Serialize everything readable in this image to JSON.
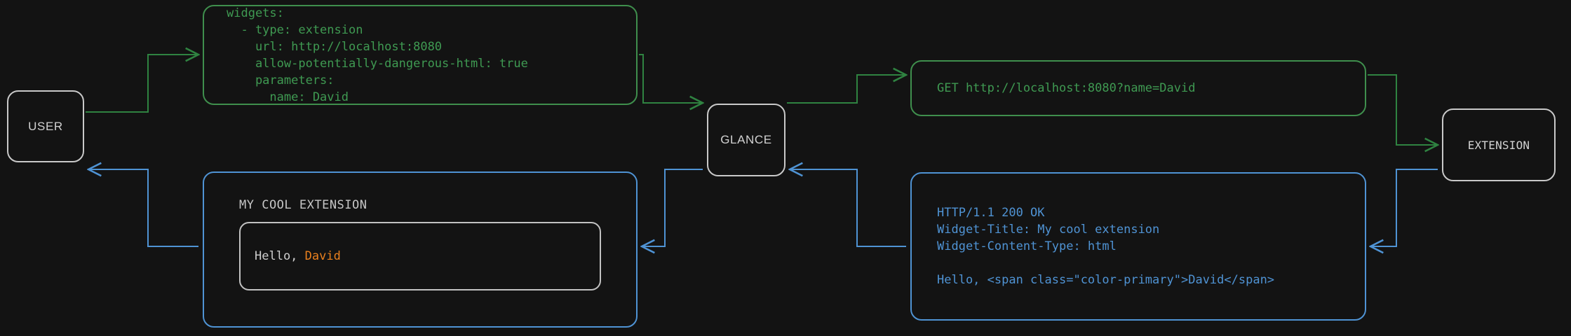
{
  "theme": {
    "background": "#131313",
    "node_border": "#c9c9c9",
    "node_text": "#d2d2d2",
    "request_color": "#3f9a52",
    "response_color": "#4f93d4",
    "widget_text": "#cfcfcf",
    "accent": "#ea801e"
  },
  "nodes": {
    "user": {
      "label": "USER"
    },
    "glance": {
      "label": "GLANCE"
    },
    "extension": {
      "label": "EXTENSION"
    }
  },
  "panels": {
    "yaml_config": {
      "color": "#3f9a52",
      "text": "widgets:\n  - type: extension\n    url: http://localhost:8080\n    allow-potentially-dangerous-html: true\n    parameters:\n      name: David"
    },
    "http_request": {
      "color": "#3f9a52",
      "text": "GET http://localhost:8080?name=David"
    },
    "http_response": {
      "color": "#4f93d4",
      "text": "HTTP/1.1 200 OK\nWidget-Title: My cool extension\nWidget-Content-Type: html\n\nHello, <span class=\"color-primary\">David</span>"
    },
    "rendered_widget": {
      "color": "#4f93d4",
      "title": "MY COOL EXTENSION",
      "body_prefix": "Hello, ",
      "body_accent": "David"
    }
  },
  "connections": [
    {
      "name": "user-to-config",
      "direction": "request",
      "color": "#3f9a52"
    },
    {
      "name": "config-to-glance",
      "direction": "request",
      "color": "#3f9a52"
    },
    {
      "name": "glance-to-request",
      "direction": "request",
      "color": "#3f9a52"
    },
    {
      "name": "request-to-extension",
      "direction": "request",
      "color": "#3f9a52"
    },
    {
      "name": "extension-to-response",
      "direction": "response",
      "color": "#4f93d4"
    },
    {
      "name": "response-to-glance",
      "direction": "response",
      "color": "#4f93d4"
    },
    {
      "name": "glance-to-widget",
      "direction": "response",
      "color": "#4f93d4"
    },
    {
      "name": "widget-to-user",
      "direction": "response",
      "color": "#4f93d4"
    }
  ]
}
